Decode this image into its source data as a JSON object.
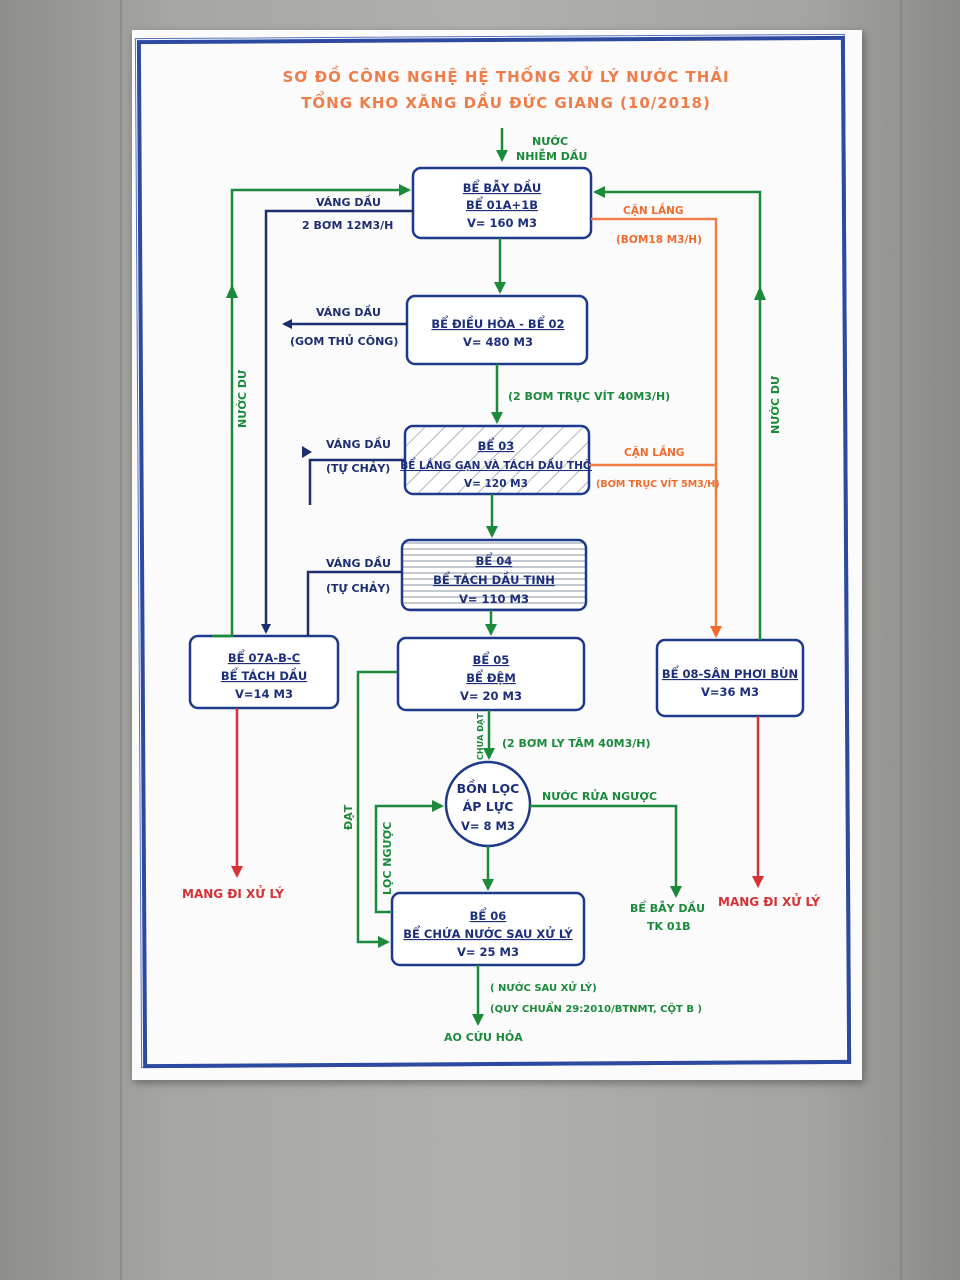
{
  "title": {
    "line1": "SƠ ĐỒ CÔNG NGHỆ HỆ THỐNG XỬ LÝ NƯỚC THẢI",
    "line2": "TỔNG KHO XĂNG DẦU ĐỨC GIANG (10/2018)"
  },
  "input": {
    "line1": "NƯỚC",
    "line2": "NHIỄM DẦU"
  },
  "boxes": {
    "be01": {
      "line1": "BỂ BẪY DẦU",
      "line2": "BỂ 01A+1B",
      "line3": "V= 160 M3"
    },
    "be02": {
      "line1": "BỂ ĐIỀU HÒA - BỂ 02",
      "line2": "V= 480 M3"
    },
    "be03": {
      "line1": "BỂ 03",
      "line2": "BỂ LẮNG GẠN VÀ TÁCH DẦU THÔ",
      "line3": "V= 120 M3"
    },
    "be04": {
      "line1": "BỂ 04",
      "line2": "BỂ TÁCH DẦU TINH",
      "line3": "V= 110 M3"
    },
    "be05": {
      "line1": "BỂ 05",
      "line2": "BỂ ĐỆM",
      "line3": "V= 20 M3"
    },
    "be07": {
      "line1": "BỂ 07A-B-C",
      "line2": "BỂ TÁCH DẦU",
      "line3": "V=14 M3"
    },
    "be08": {
      "line1": "BỂ 08-SÂN PHƠI BÙN",
      "line2": "V=36 M3"
    },
    "filter": {
      "line1": "BỒN LỌC",
      "line2": "ÁP LỰC",
      "line3": "V= 8 M3"
    },
    "be06": {
      "line1": "BỂ 06",
      "line2": "BỂ CHỨA NƯỚC SAU XỬ LÝ",
      "line3": "V= 25 M3"
    }
  },
  "labels": {
    "vang_dau_1": "VÁNG DẦU",
    "bom_12": "2 BƠM 12M3/H",
    "vang_dau_2": "VÁNG DẦU",
    "gom_thu_cong": "(GOM THỦ CÔNG)",
    "vang_dau_3": "VÁNG DẦU",
    "tu_chay_1": "(TỰ CHẢY)",
    "vang_dau_4": "VÁNG DẦU",
    "tu_chay_2": "(TỰ CHẢY)",
    "can_lang_1": "CẶN LẮNG",
    "bom_18": "(BƠM18 M3/H)",
    "can_lang_2": "CẶN LẮNG",
    "bom_truc_vit_5": "(BƠM TRỤC VÍT 5M3/H)",
    "bom_truc_vit_40": "(2 BƠM TRỤC VÍT 40M3/H)",
    "bom_ly_tam": "(2 BƠM LY TÂM 40M3/H)",
    "nuoc_du_left": "NƯỚC DƯ",
    "nuoc_du_right": "NƯỚC DƯ",
    "chua_dat": "CHƯA ĐẠT",
    "dat": "ĐẠT",
    "loc_nguoc": "LỌC NGƯỢC",
    "nuoc_rua_nguoc": "NƯỚC RỬA NGƯỢC",
    "be_bay_dau_out1": "BỂ BẪY DẦU",
    "be_bay_dau_out2": "TK 01B",
    "mang_di_left": "MANG ĐI XỬ LÝ",
    "mang_di_right": "MANG ĐI XỬ LÝ",
    "nuoc_sau_xu_ly": "( NƯỚC SAU XỬ LÝ)",
    "quy_chuan": "(QUY CHUẨN 29:2010/BTNMT, CỘT B )",
    "ao_cuu_hoa": "AO CỨU HỎA"
  },
  "colors": {
    "navy": "#1d2f6e",
    "green": "#1b8a3a",
    "orange": "#ef7d4a",
    "red": "#d43234",
    "frame_blue": "#2d4aa0"
  }
}
